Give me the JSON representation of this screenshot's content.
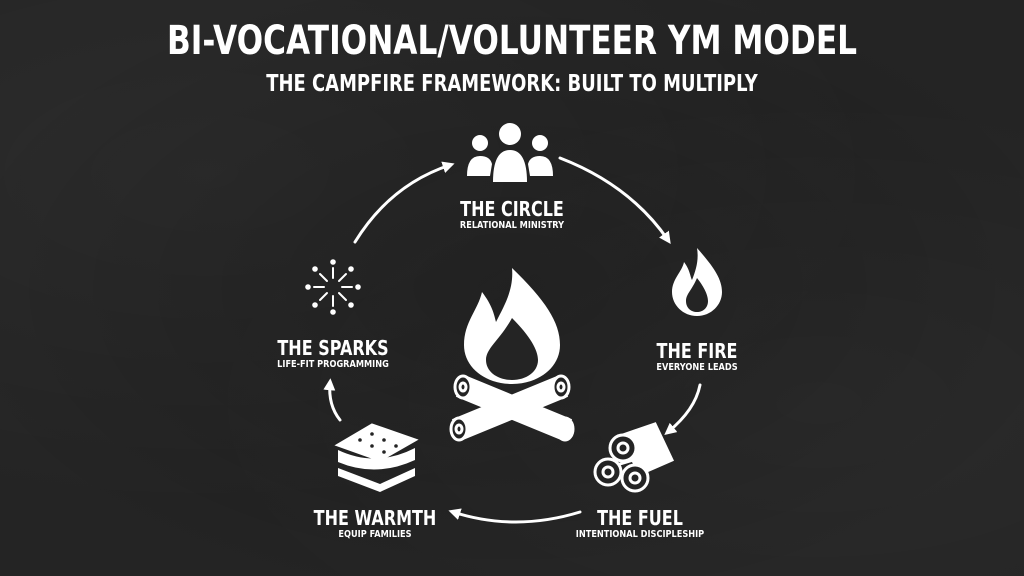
{
  "title": "BI-VOCATIONAL/VOLUNTEER YM MODEL",
  "subtitle": "THE CAMPFIRE FRAMEWORK: BUILT TO MULTIPLY",
  "center_icon": "campfire-icon",
  "colors": {
    "background": "#242424",
    "foreground": "#ffffff"
  },
  "nodes": [
    {
      "name": "THE CIRCLE",
      "desc": "RELATIONAL MINISTRY",
      "icon": "people-group-icon"
    },
    {
      "name": "THE FIRE",
      "desc": "EVERYONE LEADS",
      "icon": "flame-icon"
    },
    {
      "name": "THE FUEL",
      "desc": "INTENTIONAL DISCIPLESHIP",
      "icon": "log-stack-icon"
    },
    {
      "name": "THE WARMTH",
      "desc": "EQUIP FAMILIES",
      "icon": "smores-icon"
    },
    {
      "name": "THE SPARKS",
      "desc": "LIFE-FIT PROGRAMMING",
      "icon": "sparkle-burst-icon"
    }
  ]
}
